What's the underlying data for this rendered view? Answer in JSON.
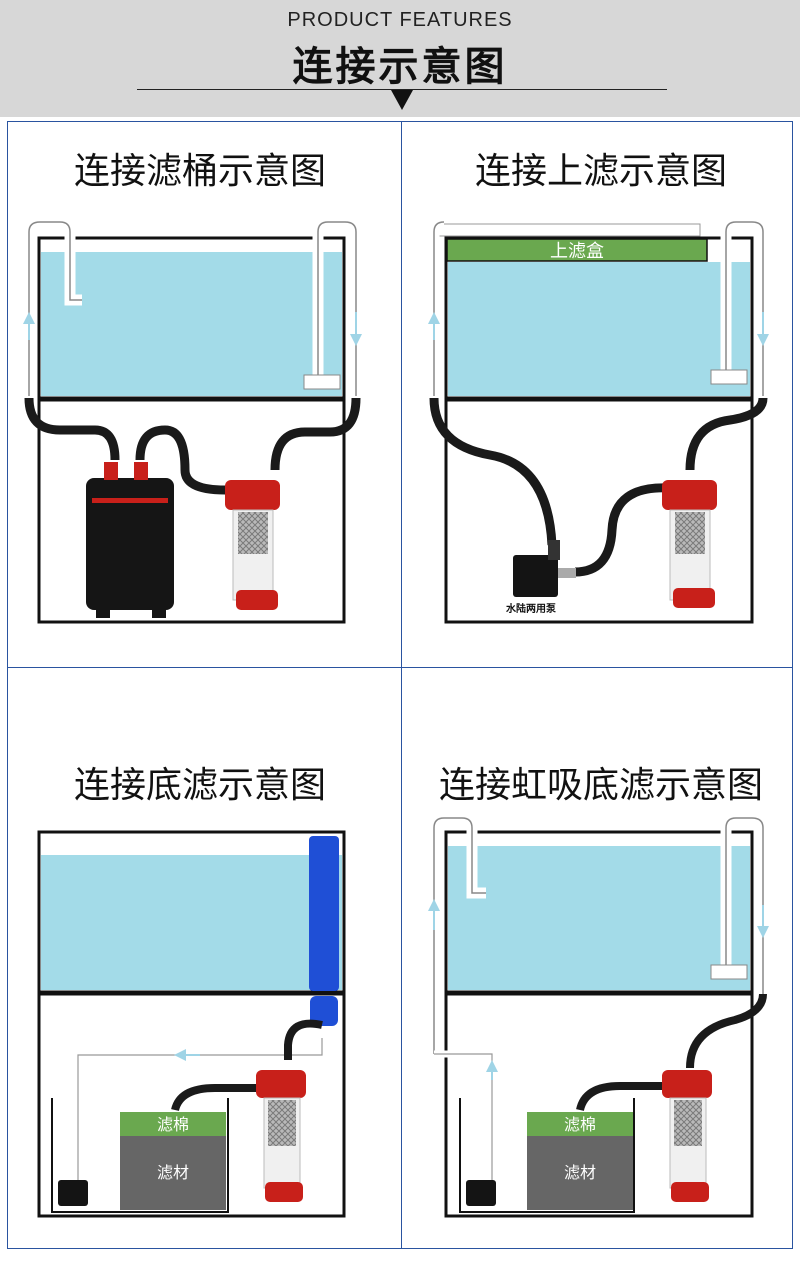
{
  "header": {
    "subtitle": "PRODUCT FEATURES",
    "title": "连接示意图"
  },
  "panels": {
    "canister": {
      "title": "连接滤桶示意图"
    },
    "top_filter": {
      "title": "连接上滤示意图",
      "box_label": "上滤盒",
      "pump_label": "水陆两用泵"
    },
    "bottom_filter": {
      "title": "连接底滤示意图",
      "cotton_label": "滤棉",
      "media_label": "滤材"
    },
    "siphon_filter": {
      "title": "连接虹吸底滤示意图",
      "cotton_label": "滤棉",
      "media_label": "滤材"
    }
  },
  "colors": {
    "water": "#a3dbe8",
    "hose": "#1a1a1a",
    "reactor_red": "#c8201a",
    "filter_green": "#6aa84f",
    "filter_gray": "#666666",
    "blue_pipe": "#1f4fd6",
    "frame_blue": "#2a54a0"
  }
}
